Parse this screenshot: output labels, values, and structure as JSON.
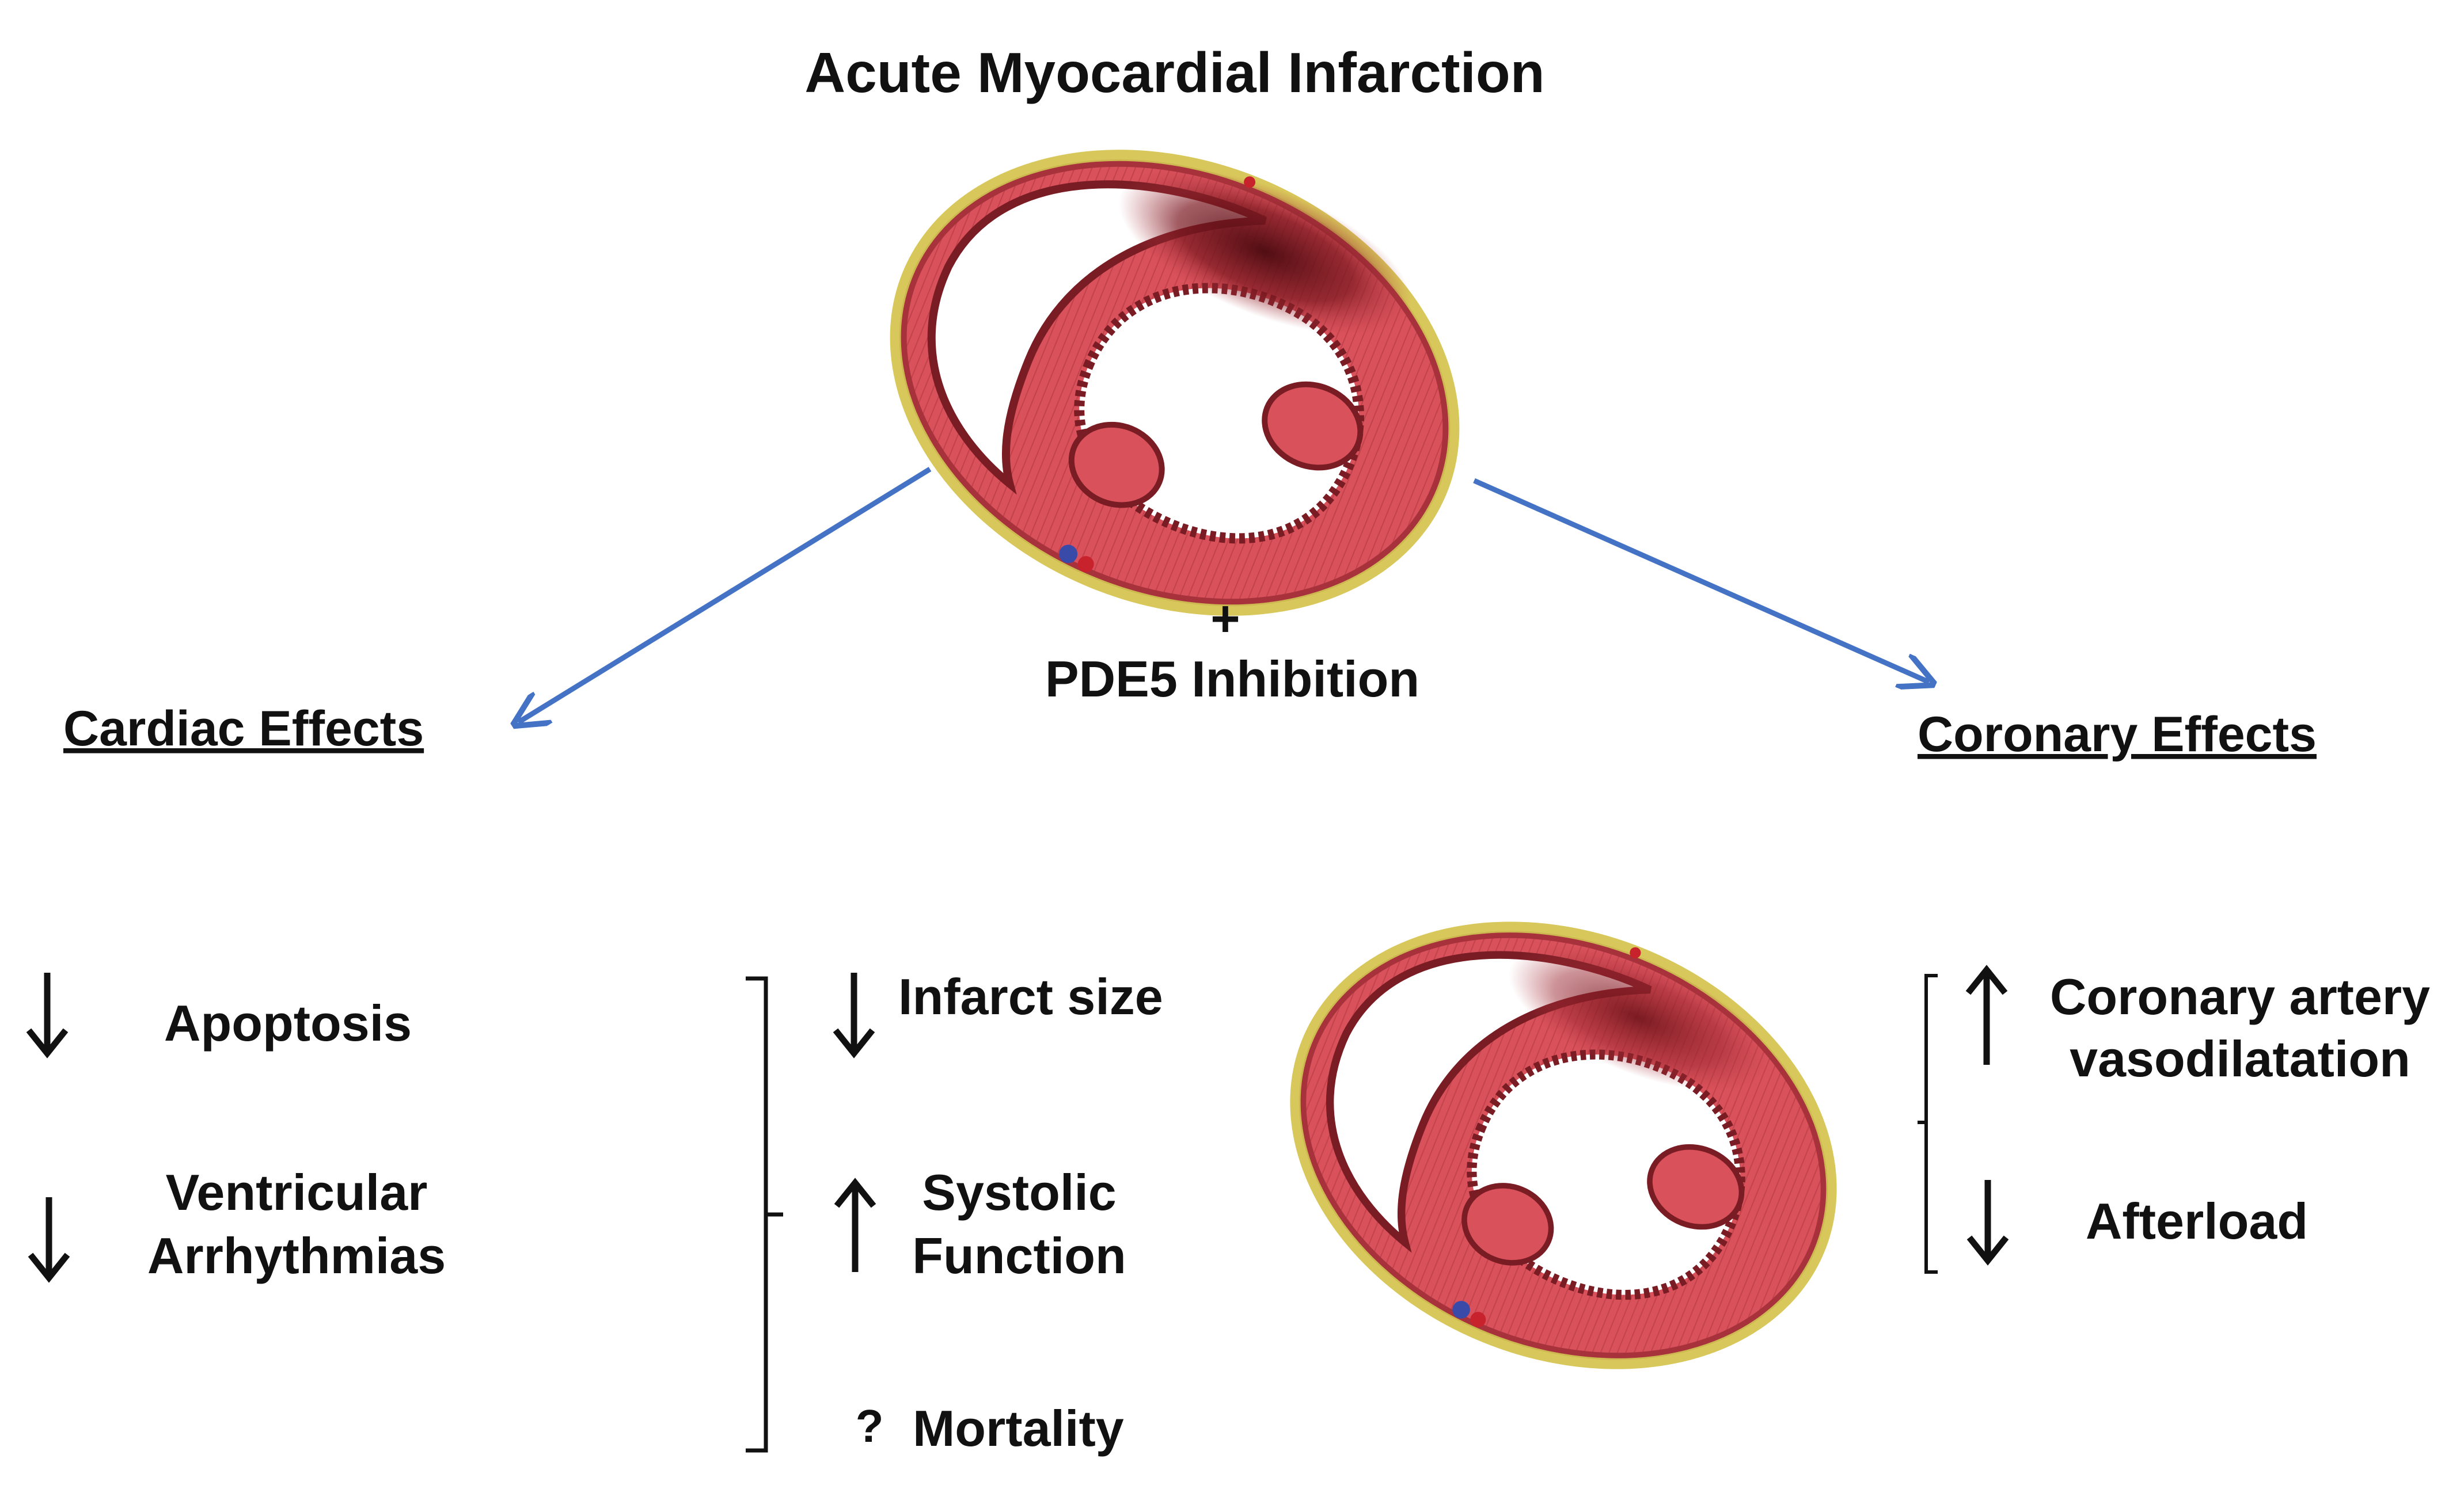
{
  "title": "Acute Myocardial Infarction",
  "plus": "+",
  "intervention": "PDE5 Inhibition",
  "cardiac": {
    "heading": "Cardiac Effects",
    "apoptosis": "Apoptosis",
    "arrhythmias_line1": "Ventricular",
    "arrhythmias_line2": "Arrhythmias",
    "infarct_size": "Infarct size",
    "systolic_line1": "Systolic",
    "systolic_line2": "Function",
    "mortality_marker": "?",
    "mortality": "Mortality"
  },
  "coronary": {
    "heading": "Coronary Effects",
    "vaso_line1": "Coronary artery",
    "vaso_line2": "vasodilatation",
    "afterload": "Afterload"
  },
  "arrow_color": "#4472c4",
  "colors": {
    "myocardium": "#d9515a",
    "myocardium_dark": "#a8323c",
    "infarct": "#5a0c12",
    "epicardium_fat": "#d8c75a",
    "cavity": "#ffffff"
  }
}
